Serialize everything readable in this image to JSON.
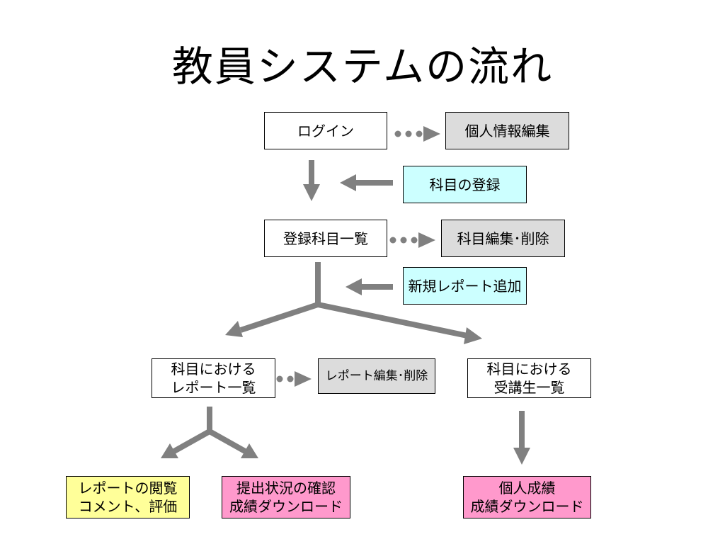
{
  "title": "教員システムの流れ",
  "colors": {
    "arrow": "#808080",
    "gray_box": "#dcdcdc",
    "cyan_box": "#ccffff",
    "yellow_box": "#ffff99",
    "pink_box": "#ff99cc"
  },
  "nodes": {
    "login": "ログイン",
    "profile_edit": "個人情報編集",
    "subject_register": "科目の登録",
    "subject_list": "登録科目一覧",
    "subject_edit_delete": "科目編集･削除",
    "new_report": "新規レポート追加",
    "report_list": [
      "科目における",
      "レポート一覧"
    ],
    "report_edit_delete": "レポート編集･削除",
    "student_list": [
      "科目における",
      "受講生一覧"
    ],
    "report_view": [
      "レポートの閲覧",
      "コメント、評価"
    ],
    "submission_status": [
      "提出状況の確認",
      "成績ダウンロード"
    ],
    "personal_grades": [
      "個人成績",
      "成績ダウンロード"
    ]
  }
}
